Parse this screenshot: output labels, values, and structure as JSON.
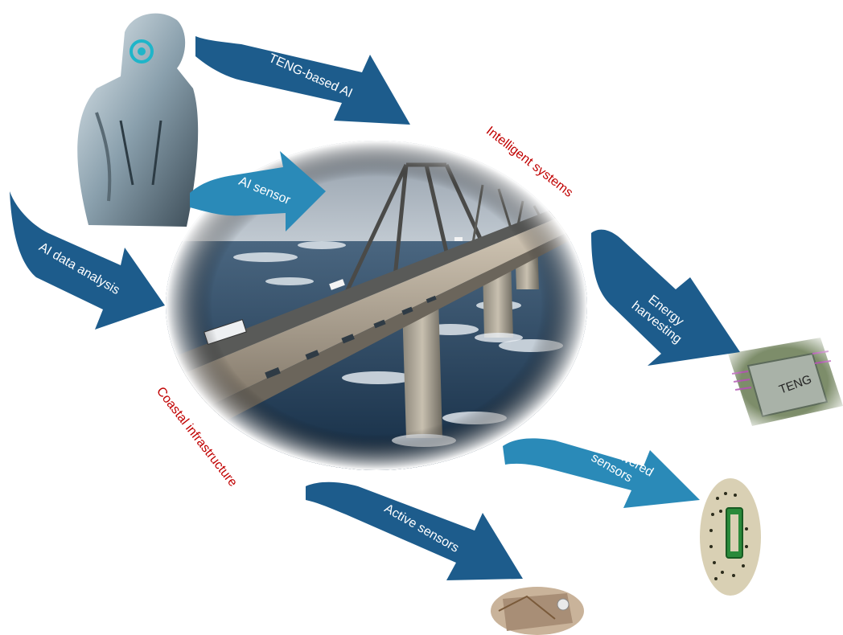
{
  "colors": {
    "arrow_dark": "#1d5c8c",
    "arrow_light": "#2a8ab8",
    "label_red": "#c00000",
    "sea": "#1f3a55",
    "sky": "#c8d3dc"
  },
  "arrows": {
    "teng_based_ai": "TENG-based AI",
    "ai_sensor": "AI sensor",
    "ai_data_analysis": "AI data analysis",
    "energy_harvesting_1": "Energy",
    "energy_harvesting_2": "harvesting",
    "self_powered_1": "Self-powered",
    "self_powered_2": "sensors",
    "active_sensors": "Active sensors"
  },
  "captions": {
    "intelligent_systems": "Intelligent systems",
    "coastal_infrastructure": "Coastal infrastructure"
  },
  "devices": {
    "teng_chip_label": "TENG"
  }
}
